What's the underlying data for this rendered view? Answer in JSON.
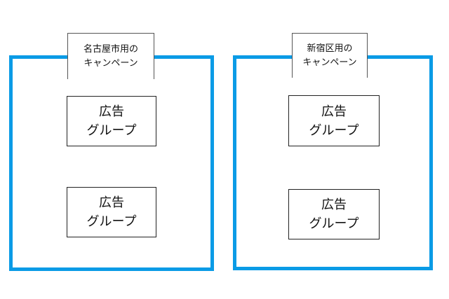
{
  "colors": {
    "campaign_border": "#0a9be6"
  },
  "campaigns": [
    {
      "label_line1": "名古屋市用の",
      "label_line2": "キャンペーン",
      "ad_groups": [
        {
          "line1": "広告",
          "line2": "グループ"
        },
        {
          "line1": "広告",
          "line2": "グループ"
        }
      ]
    },
    {
      "label_line1": "新宿区用の",
      "label_line2": "キャンペーン",
      "ad_groups": [
        {
          "line1": "広告",
          "line2": "グループ"
        },
        {
          "line1": "広告",
          "line2": "グループ"
        }
      ]
    }
  ]
}
